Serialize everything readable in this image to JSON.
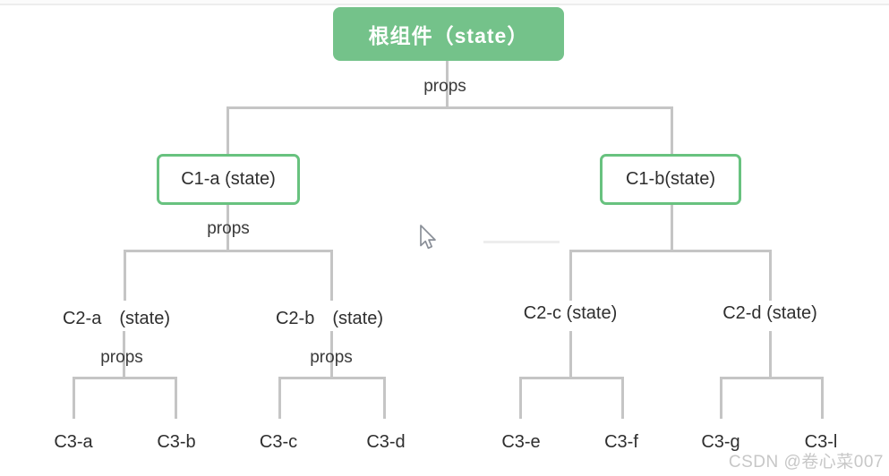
{
  "diagram": {
    "root_label": "根组件（state）",
    "props_label": "props",
    "c1a_label": "C1-a (state)",
    "c1b_label": "C1-b(state)",
    "c2a_label": "C2-a　(state)",
    "c2b_label": "C2-b　(state)",
    "c2c_label": "C2-c (state)",
    "c2d_label": "C2-d (state)",
    "c3_labels": [
      "C3-a",
      "C3-b",
      "C3-c",
      "C3-d",
      "C3-e",
      "C3-f",
      "C3-g",
      "C3-l"
    ]
  },
  "watermark": "CSDN @卷心菜007",
  "colors": {
    "root_fill_green": "#74c28a",
    "node_border_green": "#68c27f",
    "connector_gray": "#c5c5c5",
    "text_dark": "#2e2e2e",
    "watermark_gray": "#c7c7c7"
  }
}
